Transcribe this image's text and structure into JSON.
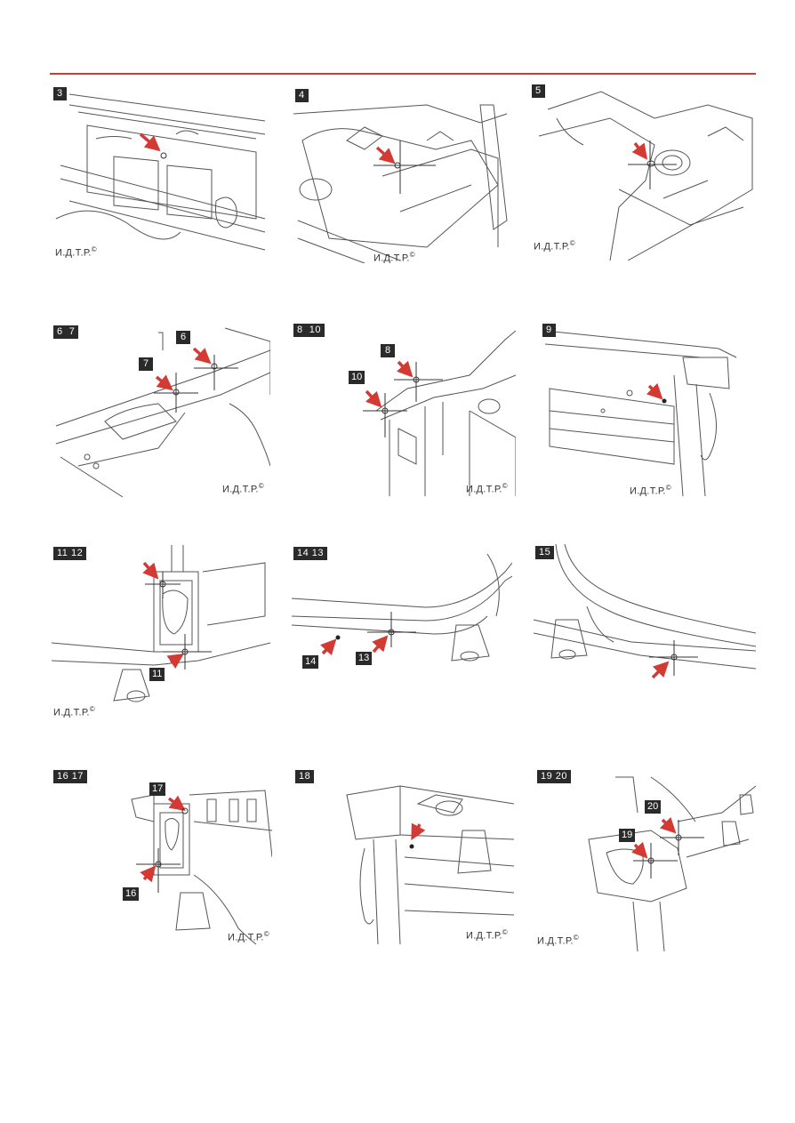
{
  "credit": "И.Д.Т.Р.",
  "copyright_mark": "©",
  "accent_color": "#d23a33",
  "panels": [
    {
      "tag": "3"
    },
    {
      "tag": "4"
    },
    {
      "tag": "5"
    },
    {
      "tag": "6  7",
      "labels": [
        "6",
        "7"
      ]
    },
    {
      "tag": "8  10",
      "labels": [
        "8",
        "10"
      ]
    },
    {
      "tag": "9"
    },
    {
      "tag": "11 12",
      "labels": [
        "11"
      ]
    },
    {
      "tag": "14 13",
      "labels": [
        "14",
        "13"
      ]
    },
    {
      "tag": "15"
    },
    {
      "tag": "16 17",
      "labels": [
        "17",
        "16"
      ]
    },
    {
      "tag": "18"
    },
    {
      "tag": "19 20",
      "labels": [
        "20",
        "19"
      ]
    }
  ]
}
